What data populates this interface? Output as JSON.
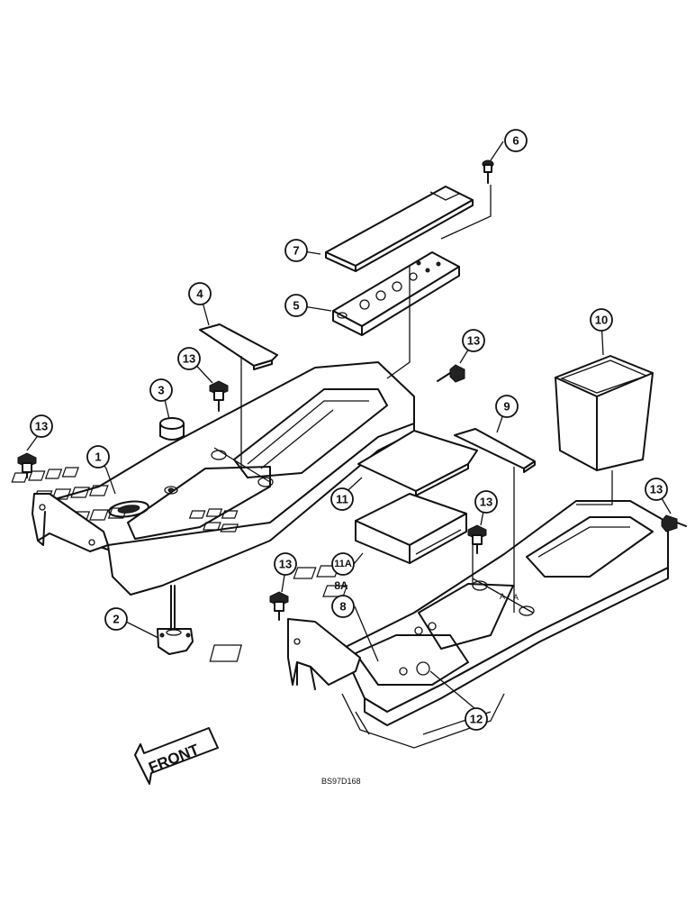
{
  "callouts": {
    "c1": "1",
    "c2": "2",
    "c3": "3",
    "c4": "4",
    "c5": "5",
    "c6": "6",
    "c7": "7",
    "c8": "8",
    "c8a": "8A",
    "c9": "9",
    "c10": "10",
    "c11": "11",
    "c11a": "11A",
    "c12": "12",
    "c13": "13"
  },
  "front_label": "FRONT",
  "drawing_code": "BS97D168"
}
